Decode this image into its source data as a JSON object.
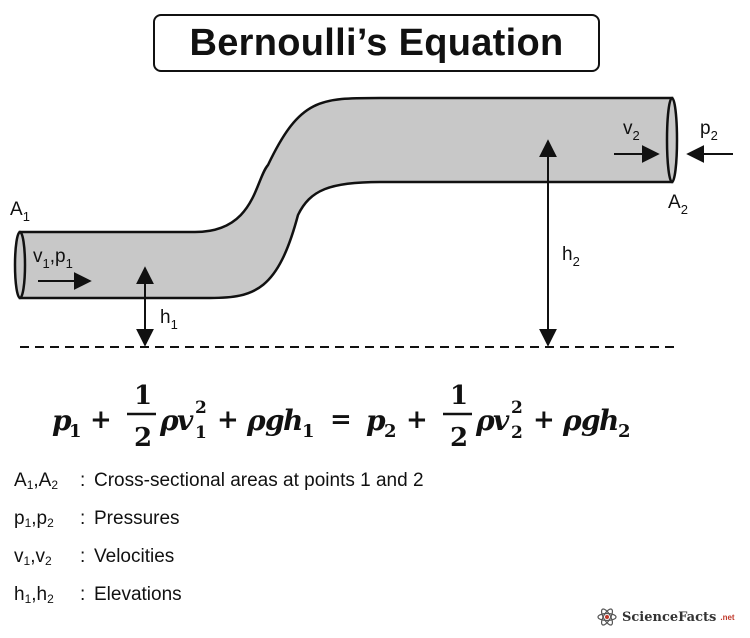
{
  "title": "Bernoulli’s Equation",
  "labels": {
    "A1": {
      "base": "A",
      "sub": "1"
    },
    "A2": {
      "base": "A",
      "sub": "2"
    },
    "v1p1": {
      "a": "v",
      "a_sub": "1",
      "sep": ",",
      "b": "p",
      "b_sub": "1"
    },
    "v2": {
      "base": "v",
      "sub": "2"
    },
    "p2": {
      "base": "p",
      "sub": "2"
    },
    "h1": {
      "base": "h",
      "sub": "1"
    },
    "h2": {
      "base": "h",
      "sub": "2"
    }
  },
  "equation": {
    "p": "p",
    "one": "1",
    "two": "2",
    "plus": "+",
    "equals": "=",
    "half_num": "1",
    "half_den": "2",
    "rho": "ρ",
    "v": "v",
    "g": "g",
    "h": "h",
    "sq": "2"
  },
  "legend": [
    {
      "sym1": "A",
      "sub1": "1",
      "sym2": "A",
      "sub2": "2",
      "colon": ":",
      "desc": "Cross-sectional areas at points 1 and 2"
    },
    {
      "sym1": "p",
      "sub1": "1",
      "sym2": "p",
      "sub2": "2",
      "colon": ":",
      "desc": "Pressures"
    },
    {
      "sym1": "v",
      "sub1": "1",
      "sym2": "v",
      "sub2": "2",
      "colon": ":",
      "desc": "Velocities"
    },
    {
      "sym1": "h",
      "sub1": "1",
      "sym2": "h",
      "sub2": "2",
      "colon": ":",
      "desc": "Elevations"
    }
  ],
  "brand": {
    "name": "ScienceFacts",
    "tld": ".net"
  },
  "colors": {
    "pipe_fill": "#c8c8c8",
    "stroke": "#111111",
    "brand_accent": "#c0392b"
  }
}
